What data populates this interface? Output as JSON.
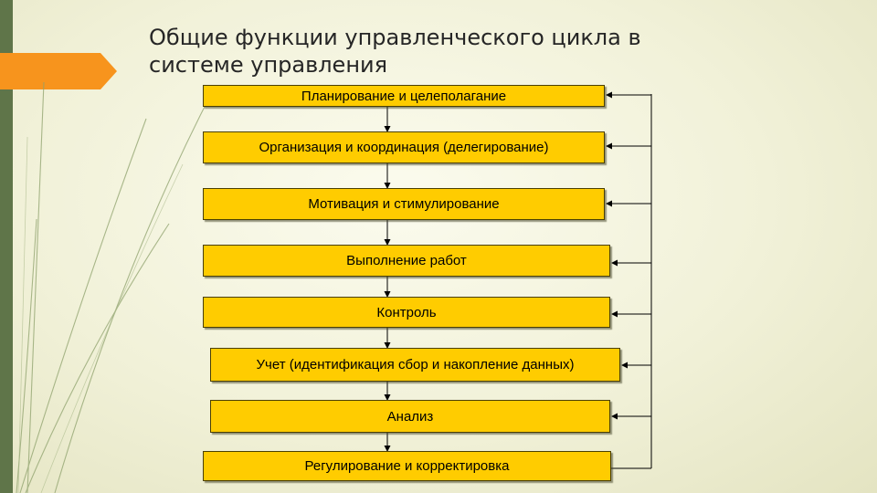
{
  "title": "Общие функции управленческого цикла в системе управления",
  "colors": {
    "box_fill": "#ffcc00",
    "sidebar": "#5f7549",
    "accent": "#f7941d",
    "background": "#f5f5e0"
  },
  "steps": [
    {
      "label": "Планирование и целеполагание"
    },
    {
      "label": "Организация и координация (делегирование)"
    },
    {
      "label": "Мотивация и стимулирование"
    },
    {
      "label": "Выполнение работ"
    },
    {
      "label": "Контроль"
    },
    {
      "label": "Учет (идентификация сбор и накопление данных)"
    },
    {
      "label": "Анализ"
    },
    {
      "label": "Регулирование и корректировка"
    }
  ]
}
